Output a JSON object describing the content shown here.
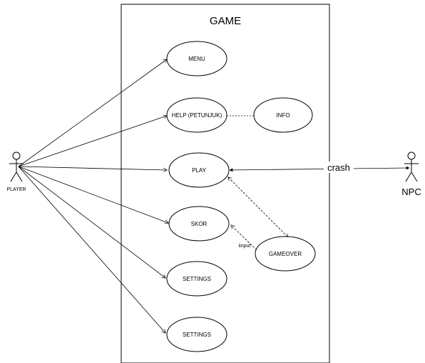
{
  "system": {
    "title": "GAME"
  },
  "actors": {
    "player": {
      "label": "PLAYER"
    },
    "npc": {
      "label": "NPC"
    }
  },
  "use_cases": {
    "menu": "MENU",
    "help": "HELP (PETUNJUK)",
    "info": "INFO",
    "play": "PLAY",
    "skor": "SKOR",
    "gameover": "GAMEOVER",
    "settings_1": "SETTINGS",
    "settings_2": "SETTINGS"
  },
  "relations": {
    "crash_label": "crash",
    "input_label": "iinput"
  },
  "colors": {
    "stroke": "#000000",
    "fill": "#ffffff"
  }
}
